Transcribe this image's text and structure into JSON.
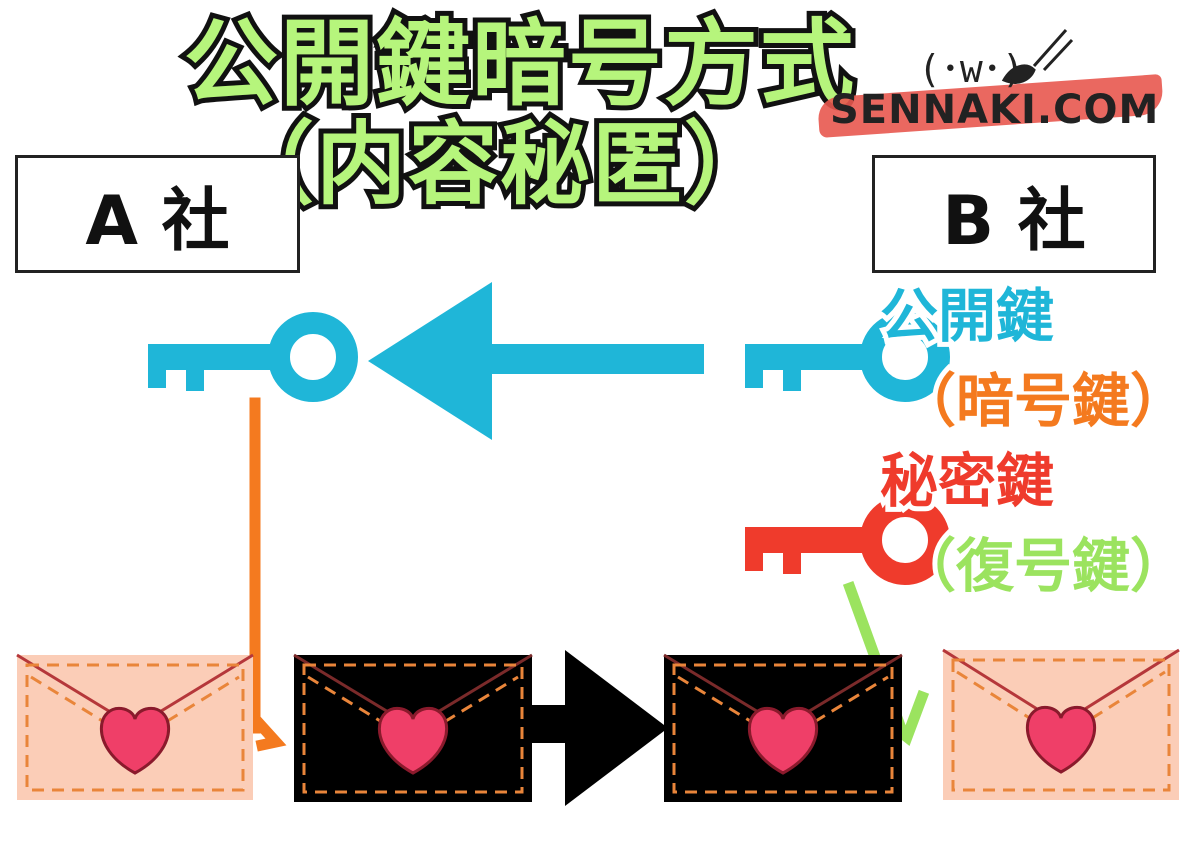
{
  "title": {
    "line1": "公開鍵暗号方式",
    "line2": "（内容秘匿）"
  },
  "logo": {
    "text": "SENNAKI.COM",
    "kaomoji": "(･w･)"
  },
  "companies": {
    "a": "A 社",
    "b": "B 社"
  },
  "keys": {
    "public_label": "公開鍵",
    "encryption_label": "（暗号鍵）",
    "secret_label": "秘密鍵",
    "decryption_label": "（復号鍵）"
  },
  "colors": {
    "title_fill": "#b6f57c",
    "public_key": "#1fb6d8",
    "encrypt_arrow": "#f47a1f",
    "secret_key": "#ef3b2c",
    "decrypt_arrow": "#9be35f",
    "envelope_plain": "#fbcdb7",
    "envelope_encrypted": "#000000",
    "heart": "#ef3f68"
  },
  "icons": [
    "public-key-icon",
    "secret-key-icon",
    "envelope-icon",
    "heart-icon",
    "arrow-left-icon",
    "play-arrow-icon"
  ]
}
